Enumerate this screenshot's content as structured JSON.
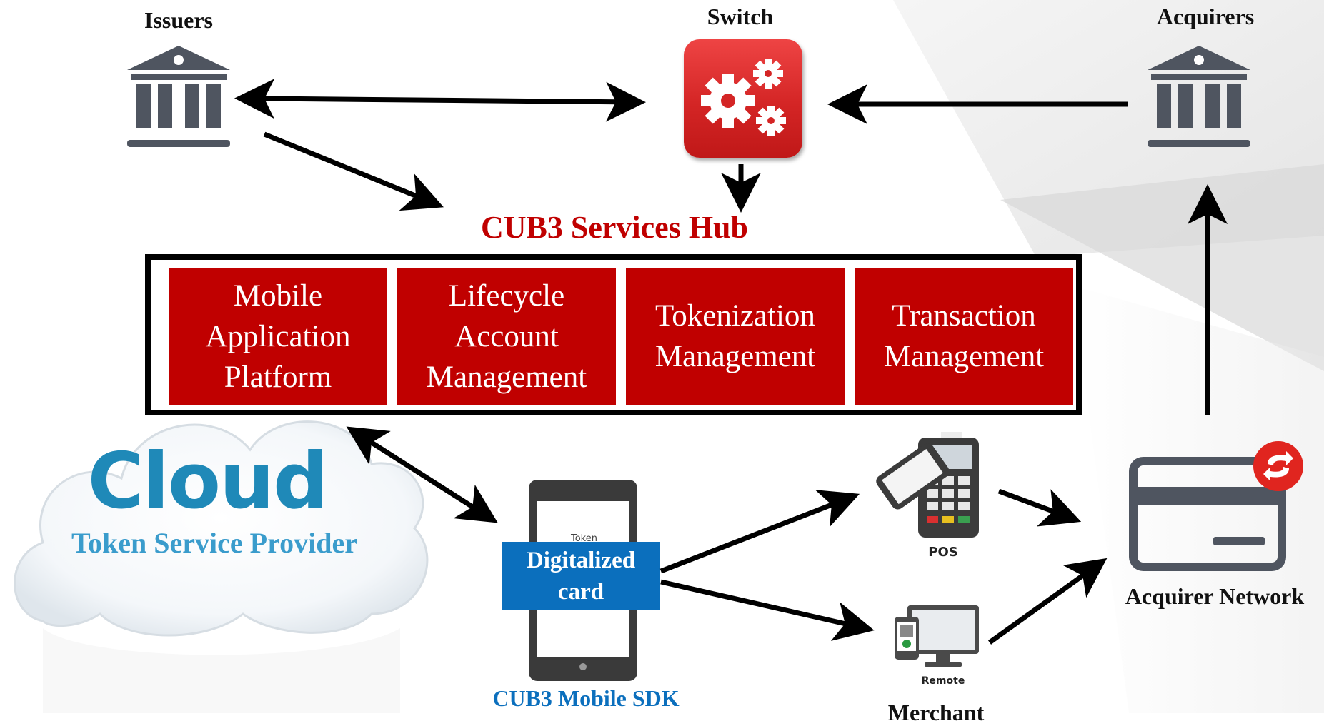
{
  "nodes": {
    "issuers": "Issuers",
    "switch": "Switch",
    "acquirers": "Acquirers",
    "acquirer_network": "Acquirer Network",
    "merchant": "Merchant"
  },
  "hub": {
    "title": "CUB3 Services Hub",
    "services": [
      {
        "label": "Mobile\nApplication\nPlatform"
      },
      {
        "label": "Lifecycle\nAccount\nManagement"
      },
      {
        "label": "Tokenization\nManagement"
      },
      {
        "label": "Transaction\nManagement"
      }
    ]
  },
  "cloud": {
    "word": "Cloud",
    "subtitle": "Token Service Provider"
  },
  "phone": {
    "screen_text": "Token",
    "card_label": "Digitalized\ncard",
    "caption": "CUB3 Mobile SDK"
  },
  "terminals": {
    "pos": "POS",
    "remote": "Remote"
  },
  "colors": {
    "brand_red": "#c00000",
    "switch_red": "#d42525",
    "card_blue": "#0b6fbd",
    "cloud_blue": "#1f89b8",
    "icon_gray": "#4f5560"
  },
  "icons": {
    "issuers": "bank-icon",
    "acquirers": "bank-icon",
    "switch": "gears-icon",
    "acquirer_network": "credit-card-icon",
    "badge": "refresh-icon"
  }
}
